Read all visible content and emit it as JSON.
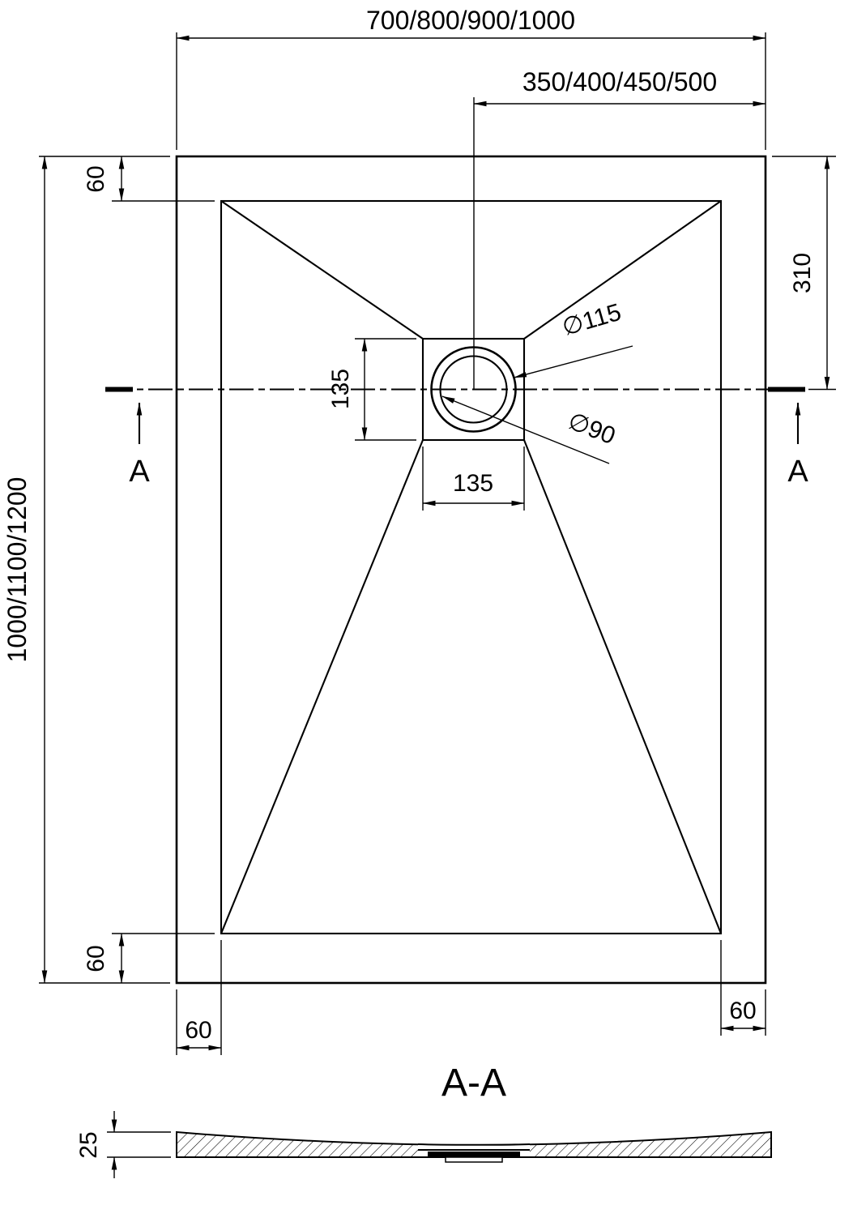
{
  "drawing": {
    "plan": {
      "width_options": "700/800/900/1000",
      "drain_offset_options": "350/400/450/500",
      "length_options": "1000/1100/1200",
      "border_top": "60",
      "border_bottom": "60",
      "border_left": "60",
      "border_right": "60",
      "drain_center_from_top": "310",
      "drain_recess_height": "135",
      "drain_recess_width": "135",
      "drain_outer_diameter": "∅115",
      "drain_inner_diameter": "∅90"
    },
    "section": {
      "title": "A-A",
      "thickness": "25",
      "cut_label_left": "A",
      "cut_label_right": "A"
    },
    "colors": {
      "line": "#000000",
      "background": "#ffffff"
    }
  }
}
